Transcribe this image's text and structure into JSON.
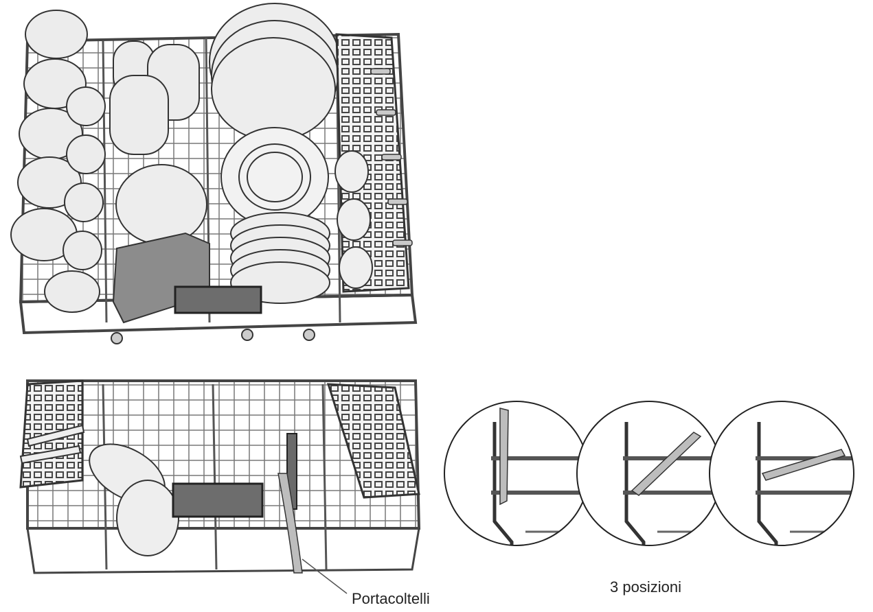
{
  "labels": {
    "knife_holder": "Portacoltelli",
    "positions": "3 posizioni"
  },
  "colors": {
    "line": "#333333",
    "wire": "#555555",
    "fill_light": "#e4e4e4",
    "fill_dark": "#6d6d6d",
    "fill_mid": "#bdbdbd",
    "background": "#ffffff"
  },
  "detail_views": [
    {
      "name": "position-upright",
      "tilt_deg": 0
    },
    {
      "name": "position-angled",
      "tilt_deg": 35
    },
    {
      "name": "position-flat",
      "tilt_deg": 15
    }
  ]
}
